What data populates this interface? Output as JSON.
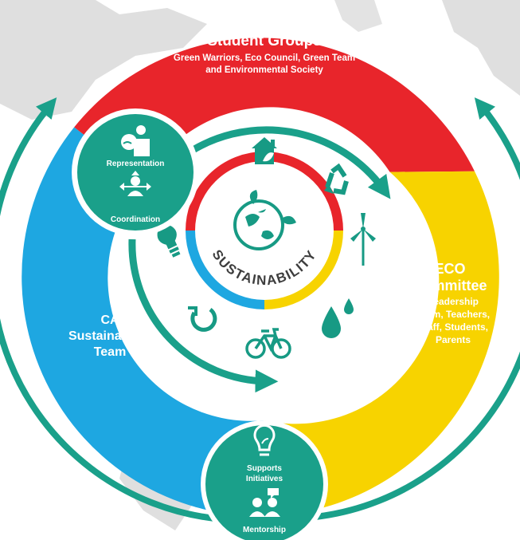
{
  "segments": {
    "student_groups": {
      "title": "Student Groups",
      "desc_line1": "Green Warriors, Eco Council, Green Team",
      "desc_line2": "and Environmental Society",
      "color": "#e8252b"
    },
    "eco_committee": {
      "title_line1": "ECO",
      "title_line2": "Committee",
      "desc_line1": "Leadership",
      "desc_line2": "Team, Teachers,",
      "desc_line3": "Staff, Students,",
      "desc_line4": "Parents",
      "color": "#f7d300"
    },
    "ca_team": {
      "title_line1": "CA",
      "title_line2": "Sustainability",
      "title_line3": "Team",
      "color": "#1ea7e1"
    }
  },
  "hubs": {
    "top_left": {
      "item1": "Representation",
      "item2": "Coordination",
      "icon1": "globe-person-icon",
      "icon2": "person-arrows-icon"
    },
    "bottom": {
      "item1_line1": "Supports",
      "item1_line2": "Initiatives",
      "item2": "Mentorship",
      "icon1": "lightbulb-leaf-icon",
      "icon2": "people-chat-icon"
    }
  },
  "center": {
    "word": "SUSTAINABILITY"
  },
  "icons": [
    "house-leaf-icon",
    "recycle-icon",
    "wind-turbine-icon",
    "water-drops-icon",
    "bicycle-icon",
    "refresh-icon",
    "energy-bulb-icon"
  ],
  "colors": {
    "teal": "#1aa08a",
    "icon_teal": "#179a84",
    "background_map": "#dcdcdc"
  }
}
